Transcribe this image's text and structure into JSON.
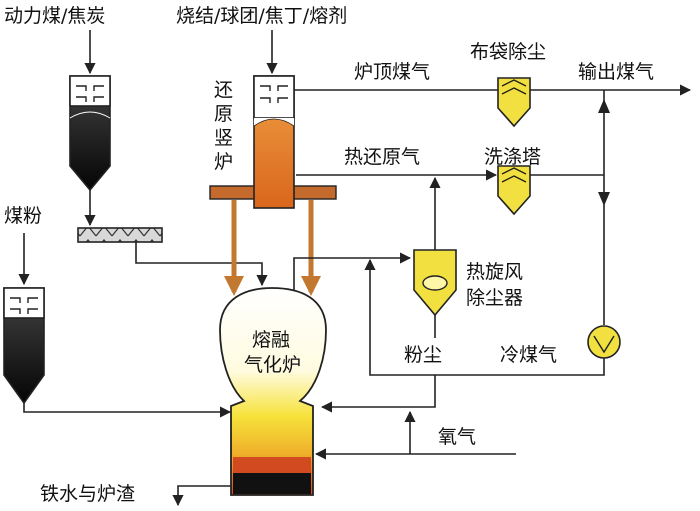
{
  "labels": {
    "coal_coke": "动力煤/焦炭",
    "feed": "烧结/球团/焦丁/熔剂",
    "shaft_1": "还",
    "shaft_2": "原",
    "shaft_3": "竖",
    "shaft_4": "炉",
    "top_gas": "炉顶煤气",
    "bag_filter": "布袋除尘",
    "export_gas": "输出煤气",
    "hot_reducing_gas": "热还原气",
    "scrubber": "洗涤塔",
    "coal_powder": "煤粉",
    "hot_cyclone_1": "热旋风",
    "hot_cyclone_2": "除尘器",
    "melter_1": "熔融",
    "melter_2": "气化炉",
    "dust": "粉尘",
    "cold_gas": "冷煤气",
    "oxygen": "氧气",
    "output": "铁水与炉渣"
  },
  "colors": {
    "line": "#222222",
    "reduction_burden": "#e07a24",
    "flange": "#c46a2c",
    "yellow": "#f1e040",
    "hot_arrow": "#c2782f"
  }
}
